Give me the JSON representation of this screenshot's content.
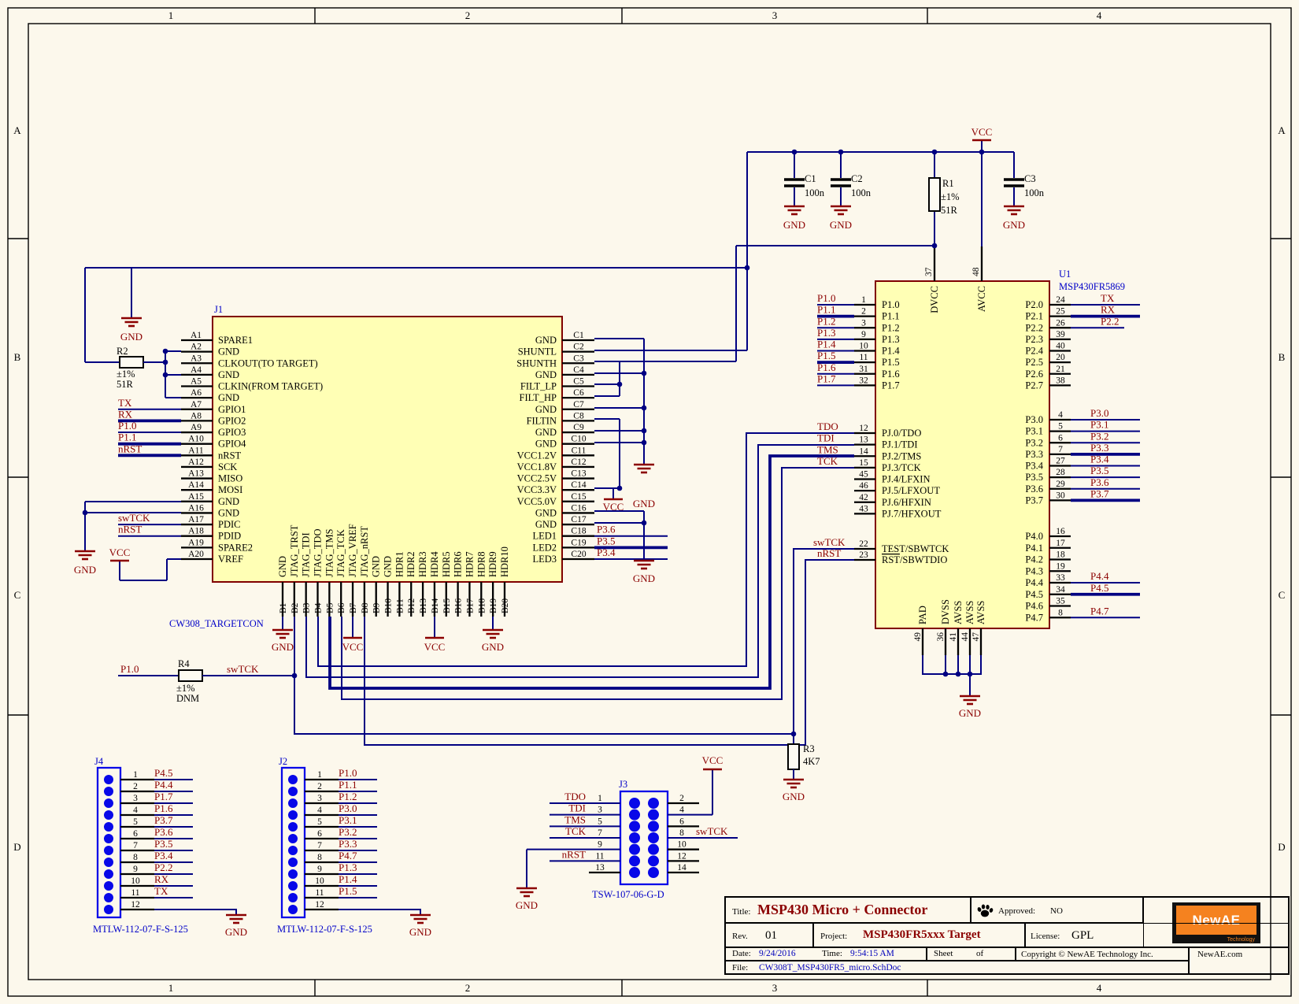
{
  "sheet": {
    "grid_columns": [
      "1",
      "2",
      "3",
      "4"
    ],
    "grid_rows": [
      "A",
      "B",
      "C",
      "D"
    ]
  },
  "power": {
    "gnd": "GND",
    "vcc": "VCC"
  },
  "title_block": {
    "title_label": "Title:",
    "title": "MSP430 Micro + Connector",
    "approved_label": "Approved:",
    "approved": "NO",
    "rev_label": "Rev.",
    "rev": "01",
    "project_label": "Project:",
    "project": "MSP430FR5xxx Target",
    "license_label": "License:",
    "license": "GPL",
    "date_label": "Date:",
    "date": "9/24/2016",
    "time_label": "Time:",
    "time": "9:54:15 AM",
    "sheet_label": "Sheet",
    "of_label": "of",
    "copyright": "Copyright © NewAE Technology Inc.",
    "site": "NewAE.com",
    "logo_text": "NewAE",
    "logo_sub": "Technology"
  },
  "j1": {
    "ref": "J1",
    "part": "CW308_TARGETCON",
    "left": [
      {
        "des": "A1",
        "name": "SPARE1"
      },
      {
        "des": "A2",
        "name": "GND"
      },
      {
        "des": "A3",
        "name": "CLKOUT(TO TARGET)"
      },
      {
        "des": "A4",
        "name": "GND"
      },
      {
        "des": "A5",
        "name": "CLKIN(FROM TARGET)"
      },
      {
        "des": "A6",
        "name": "GND"
      },
      {
        "des": "A7",
        "name": "GPIO1",
        "net": "TX"
      },
      {
        "des": "A8",
        "name": "GPIO2",
        "net": "RX",
        "bold": true
      },
      {
        "des": "A9",
        "name": "GPIO3",
        "net": "P1.0"
      },
      {
        "des": "A10",
        "name": "GPIO4",
        "net": "P1.1",
        "bold": true
      },
      {
        "des": "A11",
        "name": "nRST",
        "net": "nRST",
        "bold": true
      },
      {
        "des": "A12",
        "name": "SCK"
      },
      {
        "des": "A13",
        "name": "MISO"
      },
      {
        "des": "A14",
        "name": "MOSI"
      },
      {
        "des": "A15",
        "name": "GND"
      },
      {
        "des": "A16",
        "name": "GND"
      },
      {
        "des": "A17",
        "name": "PDIC",
        "net": "swTCK"
      },
      {
        "des": "A18",
        "name": "PDID",
        "net": "nRST"
      },
      {
        "des": "A19",
        "name": "SPARE2"
      },
      {
        "des": "A20",
        "name": "VREF"
      }
    ],
    "right": [
      {
        "des": "C1",
        "name": "GND"
      },
      {
        "des": "C2",
        "name": "SHUNTL"
      },
      {
        "des": "C3",
        "name": "SHUNTH"
      },
      {
        "des": "C4",
        "name": "GND"
      },
      {
        "des": "C5",
        "name": "FILT_LP"
      },
      {
        "des": "C6",
        "name": "FILT_HP"
      },
      {
        "des": "C7",
        "name": "GND"
      },
      {
        "des": "C8",
        "name": "FILTIN"
      },
      {
        "des": "C9",
        "name": "GND"
      },
      {
        "des": "C10",
        "name": "GND"
      },
      {
        "des": "C11",
        "name": "VCC1.2V"
      },
      {
        "des": "C12",
        "name": "VCC1.8V"
      },
      {
        "des": "C13",
        "name": "VCC2.5V"
      },
      {
        "des": "C14",
        "name": "VCC3.3V"
      },
      {
        "des": "C15",
        "name": "VCC5.0V"
      },
      {
        "des": "C16",
        "name": "GND"
      },
      {
        "des": "C17",
        "name": "GND"
      },
      {
        "des": "C18",
        "name": "LED1",
        "net": "P3.6"
      },
      {
        "des": "C19",
        "name": "LED2",
        "net": "P3.5",
        "bold": true
      },
      {
        "des": "C20",
        "name": "LED3",
        "net": "P3.4"
      }
    ],
    "bottom": [
      {
        "des": "B1",
        "name": "GND"
      },
      {
        "des": "B2",
        "name": "JTAG_TRST"
      },
      {
        "des": "B3",
        "name": "JTAG_TDI"
      },
      {
        "des": "B4",
        "name": "JTAG_TDO"
      },
      {
        "des": "B5",
        "name": "JTAG_TMS"
      },
      {
        "des": "B6",
        "name": "JTAG_TCK"
      },
      {
        "des": "B7",
        "name": "JTAG_VREF"
      },
      {
        "des": "B8",
        "name": "JTAG_nRST"
      },
      {
        "des": "B9",
        "name": "GND"
      },
      {
        "des": "B10",
        "name": "GND"
      },
      {
        "des": "B11",
        "name": "HDR1"
      },
      {
        "des": "B12",
        "name": "HDR2"
      },
      {
        "des": "B13",
        "name": "HDR3"
      },
      {
        "des": "B14",
        "name": "HDR4"
      },
      {
        "des": "B15",
        "name": "HDR5"
      },
      {
        "des": "B16",
        "name": "HDR6"
      },
      {
        "des": "B17",
        "name": "HDR7"
      },
      {
        "des": "B18",
        "name": "HDR8"
      },
      {
        "des": "B19",
        "name": "HDR9"
      },
      {
        "des": "B20",
        "name": "HDR10"
      }
    ]
  },
  "u1": {
    "ref": "U1",
    "part": "MSP430FR5869",
    "left_groups": [
      [
        {
          "num": "1",
          "name": "P1.0",
          "net": "P1.0"
        },
        {
          "num": "2",
          "name": "P1.1",
          "net": "P1.1",
          "bold": true
        },
        {
          "num": "3",
          "name": "P1.2",
          "net": "P1.2"
        },
        {
          "num": "9",
          "name": "P1.3",
          "net": "P1.3"
        },
        {
          "num": "10",
          "name": "P1.4",
          "net": "P1.4"
        },
        {
          "num": "11",
          "name": "P1.5",
          "net": "P1.5",
          "bold": true
        },
        {
          "num": "31",
          "name": "P1.6",
          "net": "P1.6"
        },
        {
          "num": "32",
          "name": "P1.7",
          "net": "P1.7"
        }
      ],
      [
        {
          "num": "12",
          "name": "PJ.0/TDO",
          "net": "TDO"
        },
        {
          "num": "13",
          "name": "PJ.1/TDI",
          "net": "TDI"
        },
        {
          "num": "14",
          "name": "PJ.2/TMS",
          "net": "TMS"
        },
        {
          "num": "15",
          "name": "PJ.3/TCK",
          "net": "TCK"
        },
        {
          "num": "45",
          "name": "PJ.4/LFXIN"
        },
        {
          "num": "46",
          "name": "PJ.5/LFXOUT"
        },
        {
          "num": "42",
          "name": "PJ.6/HFXIN"
        },
        {
          "num": "43",
          "name": "PJ.7/HFXOUT"
        }
      ],
      [
        {
          "num": "22",
          "name": "TEST/SBWTCK",
          "net": "swTCK"
        },
        {
          "num": "23",
          "name": "RST/SBWTDIO",
          "net": "nRST",
          "overline": "RST"
        }
      ]
    ],
    "right_groups": [
      [
        {
          "num": "24",
          "name": "P2.0",
          "net": "TX"
        },
        {
          "num": "25",
          "name": "P2.1",
          "net": "RX",
          "bold": true
        },
        {
          "num": "26",
          "name": "P2.2",
          "net": "P2.2"
        },
        {
          "num": "39",
          "name": "P2.3"
        },
        {
          "num": "40",
          "name": "P2.4"
        },
        {
          "num": "20",
          "name": "P2.5"
        },
        {
          "num": "21",
          "name": "P2.6"
        },
        {
          "num": "38",
          "name": "P2.7"
        }
      ],
      [
        {
          "num": "4",
          "name": "P3.0",
          "net": "P3.0"
        },
        {
          "num": "5",
          "name": "P3.1",
          "net": "P3.1"
        },
        {
          "num": "6",
          "name": "P3.2",
          "net": "P3.2"
        },
        {
          "num": "7",
          "name": "P3.3",
          "net": "P3.3",
          "bold": true
        },
        {
          "num": "27",
          "name": "P3.4",
          "net": "P3.4"
        },
        {
          "num": "28",
          "name": "P3.5",
          "net": "P3.5"
        },
        {
          "num": "29",
          "name": "P3.6",
          "net": "P3.6"
        },
        {
          "num": "30",
          "name": "P3.7",
          "net": "P3.7",
          "bold": true
        }
      ],
      [
        {
          "num": "16",
          "name": "P4.0"
        },
        {
          "num": "17",
          "name": "P4.1"
        },
        {
          "num": "18",
          "name": "P4.2"
        },
        {
          "num": "19",
          "name": "P4.3"
        },
        {
          "num": "33",
          "name": "P4.4",
          "net": "P4.4"
        },
        {
          "num": "34",
          "name": "P4.5",
          "net": "P4.5",
          "bold": true
        },
        {
          "num": "35",
          "name": "P4.6"
        },
        {
          "num": "8",
          "name": "P4.7",
          "net": "P4.7"
        }
      ]
    ],
    "top_pins": [
      {
        "num": "37",
        "name": "DVCC"
      },
      {
        "num": "48",
        "name": "AVCC"
      }
    ],
    "bottom_pins": [
      {
        "num": "49",
        "name": "PAD"
      },
      {
        "num": "36",
        "name": "DVSS"
      },
      {
        "num": "41",
        "name": "AVSS"
      },
      {
        "num": "44",
        "name": "AVSS"
      },
      {
        "num": "47",
        "name": "AVSS"
      }
    ]
  },
  "j4": {
    "ref": "J4",
    "part": "MTLW-112-07-F-S-125",
    "pins": [
      "P4.5",
      "P4.4",
      "P1.7",
      "P1.6",
      "P3.7",
      "P3.6",
      "P3.5",
      "P3.4",
      "P2.2",
      "RX",
      "TX",
      ""
    ]
  },
  "j2": {
    "ref": "J2",
    "part": "MTLW-112-07-F-S-125",
    "pins": [
      "P1.0",
      "P1.1",
      "P1.2",
      "P3.0",
      "P3.1",
      "P3.2",
      "P3.3",
      "P4.7",
      "P1.3",
      "P1.4",
      "P1.5",
      ""
    ]
  },
  "j3": {
    "ref": "J3",
    "part": "TSW-107-06-G-D",
    "left": [
      {
        "num": "1",
        "net": "TDO"
      },
      {
        "num": "3",
        "net": "TDI"
      },
      {
        "num": "5",
        "net": "TMS"
      },
      {
        "num": "7",
        "net": "TCK"
      },
      {
        "num": "9"
      },
      {
        "num": "11",
        "net": "nRST"
      },
      {
        "num": "13"
      }
    ],
    "right": [
      {
        "num": "2"
      },
      {
        "num": "4"
      },
      {
        "num": "6"
      },
      {
        "num": "8",
        "net": "swTCK"
      },
      {
        "num": "10"
      },
      {
        "num": "12"
      },
      {
        "num": "14"
      }
    ]
  },
  "r1": {
    "ref": "R1",
    "tol": "±1%",
    "value": "51R"
  },
  "r2": {
    "ref": "R2",
    "tol": "±1%",
    "value": "51R"
  },
  "r3": {
    "ref": "R3",
    "value": "4K7"
  },
  "r4": {
    "ref": "R4",
    "tol": "±1%",
    "value": "DNM",
    "net_left": "P1.0",
    "net_right": "swTCK"
  },
  "c1": {
    "ref": "C1",
    "value": "100n"
  },
  "c2": {
    "ref": "C2",
    "value": "100n"
  },
  "c3": {
    "ref": "C3",
    "value": "100n"
  }
}
